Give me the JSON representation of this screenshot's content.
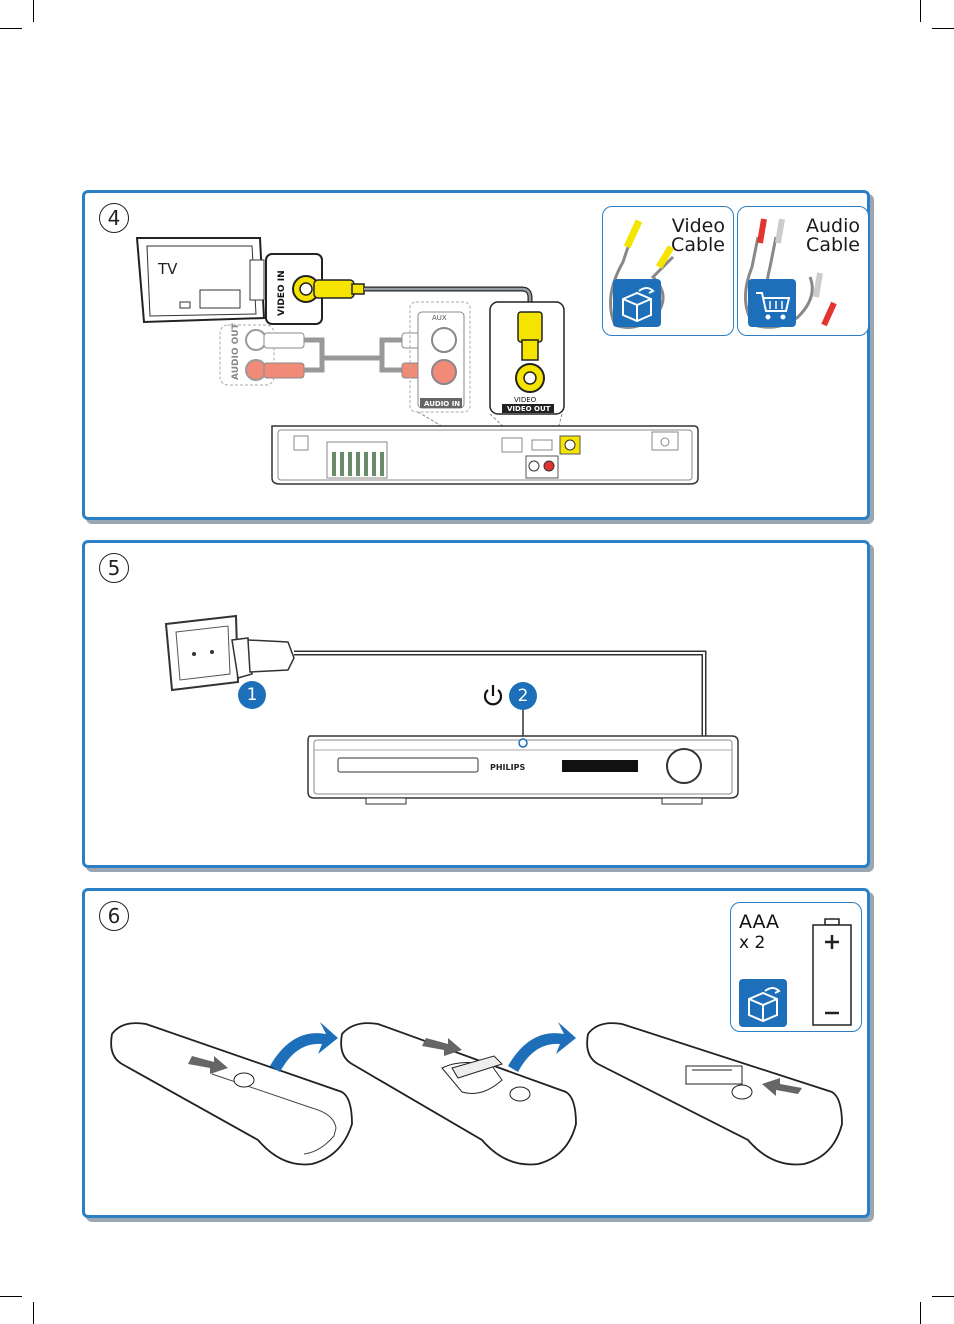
{
  "steps": [
    {
      "number": "4",
      "tv_label": "TV",
      "video_in_label": "VIDEO IN",
      "audio_out_label": "AUDIO OUT",
      "aux_label": "AUX",
      "audio_in_label": "AUDIO IN",
      "video_label": "VIDEO",
      "video_out_label": "VIDEO OUT",
      "video_cable_line1": "Video",
      "video_cable_line2": "Cable",
      "audio_cable_line1": "Audio",
      "audio_cable_line2": "Cable"
    },
    {
      "number": "5",
      "marker_1": "1",
      "marker_2": "2",
      "brand": "PHILIPS"
    },
    {
      "number": "6",
      "battery_type": "AAA",
      "battery_count": "x 2"
    }
  ],
  "icons": [
    "box-icon",
    "cart-icon",
    "power-icon",
    "battery-icon",
    "arrow-icon"
  ],
  "colors": {
    "accent": "#2b7fc4",
    "marker": "#1d6fba",
    "yellow": "#f5e400",
    "red": "#e3342f"
  }
}
